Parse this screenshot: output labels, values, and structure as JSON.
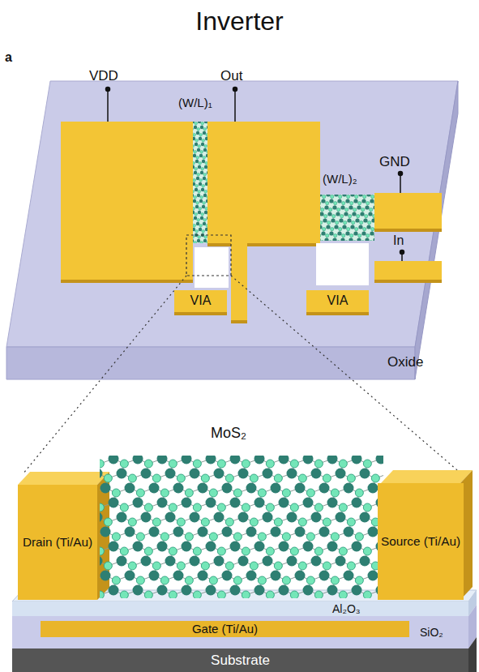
{
  "diagram": {
    "title": "Inverter",
    "nodes": [
      {
        "text": [
          "VIA"
        ]
      },
      {
        "text": [
          "VIA"
        ]
      },
      {
        "text": [
          "Drain (Ti/Au)"
        ]
      },
      {
        "text": [
          "Source (Ti/Au)"
        ]
      },
      {
        "text": [
          "Gate (Ti/Au)"
        ]
      },
      {
        "text": [
          "Substrate"
        ]
      }
    ],
    "labels": [
      "a",
      "VDD",
      "Out",
      "(W/L)₁",
      "GND",
      "(W/L)₂",
      "In",
      "Oxide",
      "MoS₂",
      "Al₂O₃",
      "SiO₂"
    ]
  }
}
